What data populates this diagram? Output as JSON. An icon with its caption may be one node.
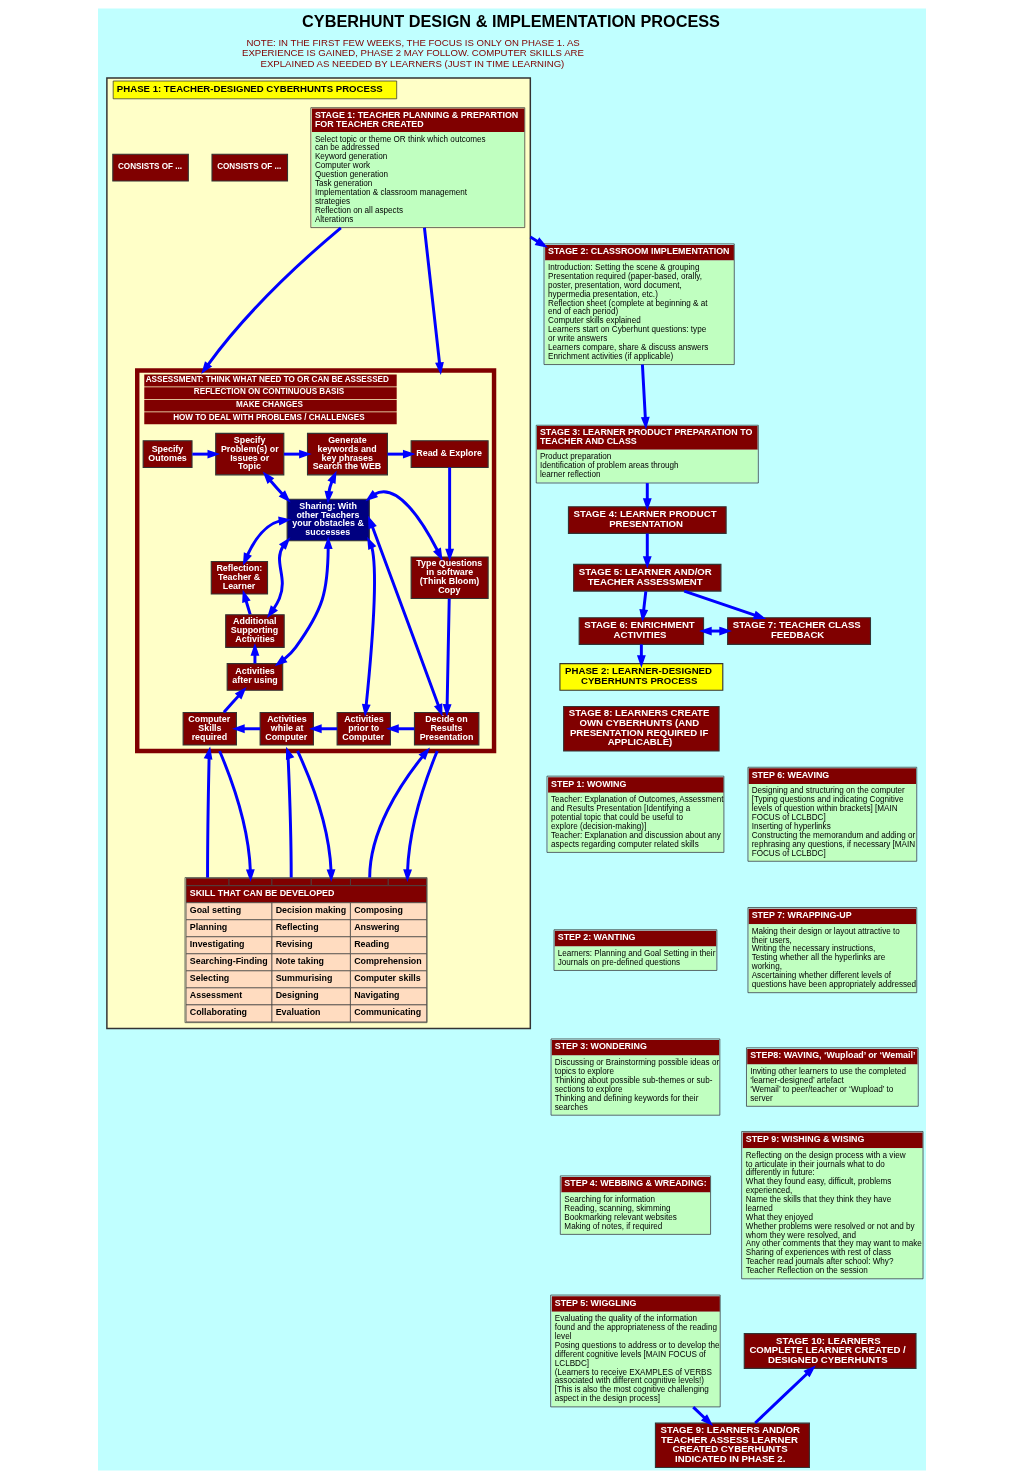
{
  "diagram": {
    "title": "CYBERHUNT DESIGN & IMPLEMENTATION PROCESS",
    "nodes": [
      {
        "text": [
          "PHASE 1: TEACHER-DESIGNED CYBERHUNTS PROCESS"
        ]
      },
      {
        "text": [
          "STAGE 1: TEACHER PLANNING & PREPARTION FOR TEACHER CREATED",
          "Select topic or theme OR think which outcomes can be addressed",
          "Keyword generation",
          "Computer work",
          "Question generation",
          "Task generation",
          "Implementation & classroom management strategies",
          "Reflection on all aspects",
          "Alterations"
        ],
        "in": 0
      },
      {
        "text": [
          "CONSISTS OF ..."
        ],
        "in": 0
      },
      {
        "text": [
          "CONSISTS OF ..."
        ],
        "in": 0
      },
      {
        "text": [
          "ASSESSMENT: THINK WHAT NEED TO OR CAN BE ASSESSED",
          "REFLECTION ON CONTINUOUS BASIS",
          "MAKE CHANGES",
          "HOW TO DEAL WITH PROBLEMS / CHALLENGES"
        ],
        "in": 0
      },
      {
        "text": [
          "Specify Outomes"
        ],
        "in": 4
      },
      {
        "text": [
          "Specify Problem(s) or Issues or Topic"
        ],
        "in": 4
      },
      {
        "text": [
          "Generate keywords and key phrases Search the WEB"
        ],
        "in": 4
      },
      {
        "text": [
          "Read & Explore"
        ],
        "in": 4
      },
      {
        "text": [
          "Type Questions in software (Think Bloom) Copy"
        ],
        "in": 4
      },
      {
        "text": [
          "Decide on Results Presentation"
        ],
        "in": 4
      },
      {
        "text": [
          "Activities prior to Computer"
        ],
        "in": 4
      },
      {
        "text": [
          "Activities while at Computer"
        ],
        "in": 4
      },
      {
        "text": [
          "Computer Skills required"
        ],
        "in": 4
      },
      {
        "text": [
          "Activities after using"
        ],
        "in": 4
      },
      {
        "text": [
          "Additional Supporting Activities"
        ],
        "in": 4
      },
      {
        "text": [
          "Reflection: Teacher & Learner"
        ],
        "in": 4
      },
      {
        "text": [
          "Sharing: With other Teachers your obstacles & successes"
        ],
        "in": 4
      },
      {
        "text": [
          "SKILL THAT CAN BE DEVELOPED",
          "Goal setting",
          "Decision making",
          "Composing",
          "Planning",
          "Reflecting",
          "Answering",
          "Investigating",
          "Revising",
          "Reading",
          "Searching-Finding",
          "Note taking",
          "Comprehension",
          "Selecting",
          "Summurising",
          "Computer skills",
          "Assessment",
          "Designing",
          "Navigating",
          "Collaborating",
          "Evaluation",
          "Communicating"
        ],
        "in": 0
      },
      {
        "text": [
          "STAGE 2: CLASSROOM IMPLEMENTATION",
          "Introduction: Setting the scene & grouping",
          "Presentation required (paper-based, orally, poster, presentation, word document, hypermedia presentation, etc.)",
          "Reflection sheet (complete at beginning & at end of each period)",
          "Computer skills explained",
          "Learners start on Cyberhunt questions: type or write answers",
          "Learners compare, share & discuss answers",
          "Enrichment activities (if applicable)"
        ]
      },
      {
        "text": [
          "STAGE 3: LEARNER PRODUCT PREPARATION TO TEACHER AND CLASS",
          "Product preparation",
          "Identification of problem areas through learner reflection"
        ]
      },
      {
        "text": [
          "STAGE 4: LEARNER PRODUCT PRESENTATION"
        ]
      },
      {
        "text": [
          "STAGE 5: LEARNER AND/OR TEACHER ASSESSMENT"
        ]
      },
      {
        "text": [
          "STAGE 6: ENRICHMENT ACTIVITIES"
        ]
      },
      {
        "text": [
          "STAGE 7: TEACHER CLASS FEEDBACK"
        ]
      },
      {
        "text": [
          "PHASE 2: LEARNER-DESIGNED CYBERHUNTS PROCESS"
        ]
      },
      {
        "text": [
          "STAGE 8: LEARNERS CREATE OWN CYBERHUNTS (AND PRESENTATION REQUIRED IF APPLICABLE)"
        ]
      },
      {
        "text": [
          "STEP 1: WOWING",
          "Teacher: Explanation of Outcomes, Assessment and Results Presentation [Identifying a potential topic that could be useful to explore (decision-making)]",
          "Teacher: Explanation and discussion about any aspects regarding computer related skills"
        ]
      },
      {
        "text": [
          "STEP 2: WANTING",
          "Learners: Planning and Goal Setting in their Journals on pre-defined questions"
        ]
      },
      {
        "text": [
          "STEP 3: WONDERING",
          "Discussing or Brainstorming possible ideas or topics to explore",
          "Thinking about possible sub-themes or sub-sections to explore",
          "Thinking and defining keywords for their searches"
        ]
      },
      {
        "text": [
          "STEP 4: WEBBING & WREADING:",
          "Searching for information",
          "Reading, scanning, skimming",
          "Bookmarking relevant websites",
          "Making of notes, if required"
        ]
      },
      {
        "text": [
          "STEP 5: WIGGLING",
          "Evaluating the quality of the information found and the appropriateness of the reading level",
          "Posing questions to address or to develop the different cognitive levels [MAIN FOCUS of LCLBDC]",
          "(Learners to receive EXAMPLES of VERBS associated with different cognitive levels!)",
          "[This is also the most cognitive challenging aspect in the design process]"
        ]
      },
      {
        "text": [
          "STEP 6: WEAVING",
          "Designing and structuring on the computer [Typing questions and indicating Cognitive levels of question within brackets] [MAIN FOCUS of LCLBDC]",
          "Inserting of hyperlinks",
          "Constructing the memorandum and adding or rephrasing any questions, if necessary [MAIN FOCUS of LCLBDC]"
        ]
      },
      {
        "text": [
          "STEP 7: WRAPPING-UP",
          "Making their design or layout attractive to their users,",
          "Writing the necessary instructions,",
          "Testing whether all the hyperlinks are working,",
          "Ascertaining whether different levels of questions have been appropriately addressed"
        ]
      },
      {
        "text": [
          "STEP8: WAVING, ‘Wupload’ or ‘Wemail’",
          "Inviting other learners to use the completed ‘learner-designed’ artefact",
          "‘Wemail’ to peer/teacher or ‘Wupload’ to server"
        ]
      },
      {
        "text": [
          "STEP 9: WISHING & WISING",
          "Reflecting on the design process with a view to articulate in their journals what to do differently in future:",
          "What they found easy, difficult, problems experienced,",
          "Name the skills that they think they have learned",
          "What they enjoyed",
          "Whether problems were resolved or not and by whom they were resolved, and",
          "Any other comments that they may want to make",
          "Sharing of experiences with rest of class",
          "Teacher read journals after school: Why?",
          "Teacher Reflection on the session"
        ]
      },
      {
        "text": [
          "STAGE 9: LEARNERS AND/OR TEACHER ASSESS LEARNER CREATED CYBERHUNTS INDICATED IN PHASE 2."
        ]
      },
      {
        "text": [
          "STAGE 10: LEARNERS COMPLETE LEARNER CREATED / DESIGNED CYBERHUNTS"
        ]
      }
    ],
    "edges": [
      {
        "from": 1,
        "to": 4,
        "arrow": "to"
      },
      {
        "from": 1,
        "to": 4,
        "arrow": "to"
      },
      {
        "from": 5,
        "to": 6,
        "arrow": "to"
      },
      {
        "from": 6,
        "to": 7,
        "arrow": "to"
      },
      {
        "from": 7,
        "to": 8,
        "arrow": "to"
      },
      {
        "from": 8,
        "to": 9,
        "arrow": "to"
      },
      {
        "from": 9,
        "to": 10,
        "arrow": "to"
      },
      {
        "from": 10,
        "to": 11,
        "arrow": "to"
      },
      {
        "from": 11,
        "to": 12,
        "arrow": "to"
      },
      {
        "from": 12,
        "to": 13,
        "arrow": "to"
      },
      {
        "from": 13,
        "to": 14,
        "arrow": "to"
      },
      {
        "from": 14,
        "to": 15,
        "arrow": "to"
      },
      {
        "from": 15,
        "to": 16,
        "arrow": "to"
      },
      {
        "from": 17,
        "to": 6,
        "arrow": "both"
      },
      {
        "from": 17,
        "to": 7,
        "arrow": "both"
      },
      {
        "from": 17,
        "to": 9,
        "arrow": "both"
      },
      {
        "from": 17,
        "to": 10,
        "arrow": "both"
      },
      {
        "from": 17,
        "to": 11,
        "arrow": "both"
      },
      {
        "from": 17,
        "to": 14,
        "arrow": "both"
      },
      {
        "from": 17,
        "to": 15,
        "arrow": "both"
      },
      {
        "from": 17,
        "to": 16,
        "arrow": "both"
      },
      {
        "from": 18,
        "to": 4,
        "arrow": "to"
      },
      {
        "from": 4,
        "to": 18,
        "arrow": "to"
      },
      {
        "from": 18,
        "to": 4,
        "arrow": "to"
      },
      {
        "from": 4,
        "to": 18,
        "arrow": "to"
      },
      {
        "from": 18,
        "to": 4,
        "arrow": "to"
      },
      {
        "from": 4,
        "to": 18,
        "arrow": "to"
      },
      {
        "from": 0,
        "to": 19,
        "arrow": "to"
      },
      {
        "from": 19,
        "to": 20,
        "arrow": "to"
      },
      {
        "from": 20,
        "to": 21,
        "arrow": "to"
      },
      {
        "from": 21,
        "to": 22,
        "arrow": "to"
      },
      {
        "from": 22,
        "to": 23,
        "arrow": "to"
      },
      {
        "from": 22,
        "to": 24,
        "arrow": "to"
      },
      {
        "from": 23,
        "to": 24,
        "arrow": "both"
      },
      {
        "from": 23,
        "to": 25,
        "arrow": "to"
      },
      {
        "from": 31,
        "to": 36,
        "arrow": "to"
      },
      {
        "from": 36,
        "to": 37,
        "arrow": "to"
      }
    ],
    "labels": [
      "NOTE: IN THE FIRST FEW WEEKS, THE FOCUS IS ONLY ON PHASE 1. AS EXPERIENCE IS GAINED, PHASE 2 MAY FOLLOW. COMPUTER SKILLS ARE EXPLAINED AS NEEDED BY LEARNERS (JUST IN TIME LEARNING)"
    ]
  }
}
